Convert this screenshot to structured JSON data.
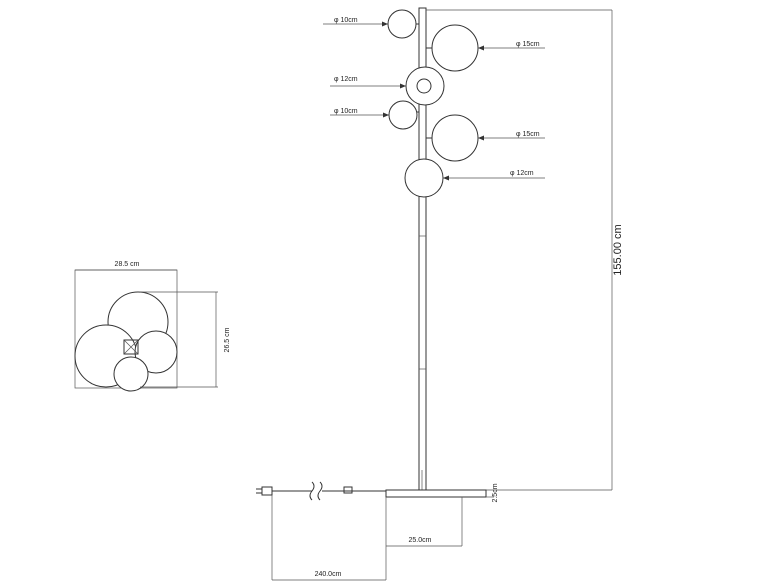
{
  "globe_labels": {
    "g1": "φ 10cm",
    "g2": "φ 15cm",
    "g3": "φ 12cm",
    "g4": "φ 10cm",
    "g5": "φ 15cm",
    "g6": "φ 12cm"
  },
  "dimensions": {
    "height": "155.00 cm",
    "base_thickness": "2.5cm",
    "base_width": "25.0cm",
    "cord_length": "240.0cm",
    "top_width": "28.5 cm",
    "top_depth": "26.5 cm"
  },
  "colors": {
    "line": "#333333",
    "background": "#ffffff"
  }
}
